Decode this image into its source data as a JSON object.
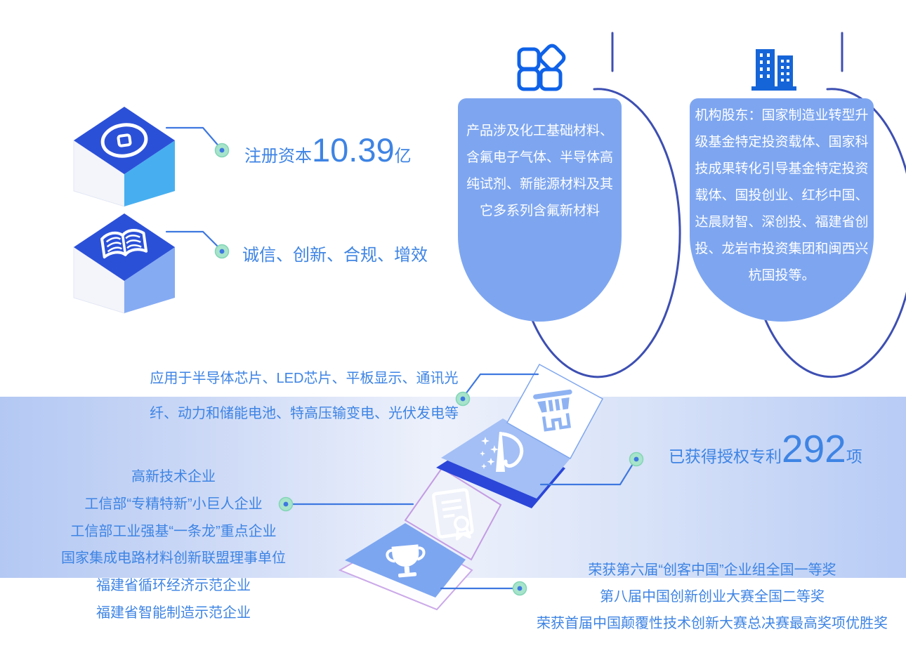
{
  "stats": {
    "registered_capital": {
      "prefix": "注册资本",
      "value": "10.39",
      "suffix": "亿"
    },
    "patents": {
      "prefix": "已获得授权专利",
      "value": "292",
      "suffix": "项"
    }
  },
  "motto": "诚信、创新、合规、增效",
  "products_card": {
    "text": "产品涉及化工基础材料、含氟电子气体、半导体高纯试剂、新能源材料及其它多系列含氟新材料"
  },
  "shareholders_card": {
    "text": "机构股东：国家制造业转型升级基金特定投资载体、国家科技成果转化引导基金特定投资载体、国投创业、红杉中国、达晨财智、深创投、福建省创投、龙岩市投资集团和闽西兴杭国投等。"
  },
  "applications": {
    "text": "应用于半导体芯片、LED芯片、平板显示、通讯光纤、动力和储能电池、特高压输变电、光伏发电等"
  },
  "honors": {
    "items": [
      "高新技术企业",
      "工信部“专精特新”小巨人企业",
      "工信部工业强基“一条龙”重点企业",
      "国家集成电路材料创新联盟理事单位",
      "福建省循环经济示范企业",
      "福建省智能制造示范企业"
    ]
  },
  "awards": {
    "items": [
      "荣获第六届“创客中国”企业组全国一等奖",
      "第八届中国创新创业大赛全国二等奖",
      "荣获首届中国颠覆性技术创新大赛总决赛最高奖项优胜奖"
    ]
  },
  "icons": {
    "capital": "coin-icon",
    "motto": "book-icon",
    "products": "app-grid-icon",
    "shareholders": "building-icon",
    "applications": "storefront-icon",
    "patents": "patent-logo-icon",
    "honors": "certificate-icon",
    "awards": "trophy-icon"
  },
  "palette": {
    "text_blue": "#3e84e4",
    "card_fill": "#7ea6f0",
    "arc_indigo": "#3d4fb2",
    "icon_stroke_blue": "#0f62e8",
    "building_blue": "#1565d8",
    "cube_top": "#2b50d8",
    "cube_side_sky": "#47aff0",
    "cube_side_periwinkle": "#85abf3",
    "connector_blue": "#3e78e0",
    "dot_mint": "#a7e4cb",
    "dark_diamond": "#2b46d8",
    "certificate_border": "#c49ce4",
    "band_edge": "#b3c8f3"
  }
}
